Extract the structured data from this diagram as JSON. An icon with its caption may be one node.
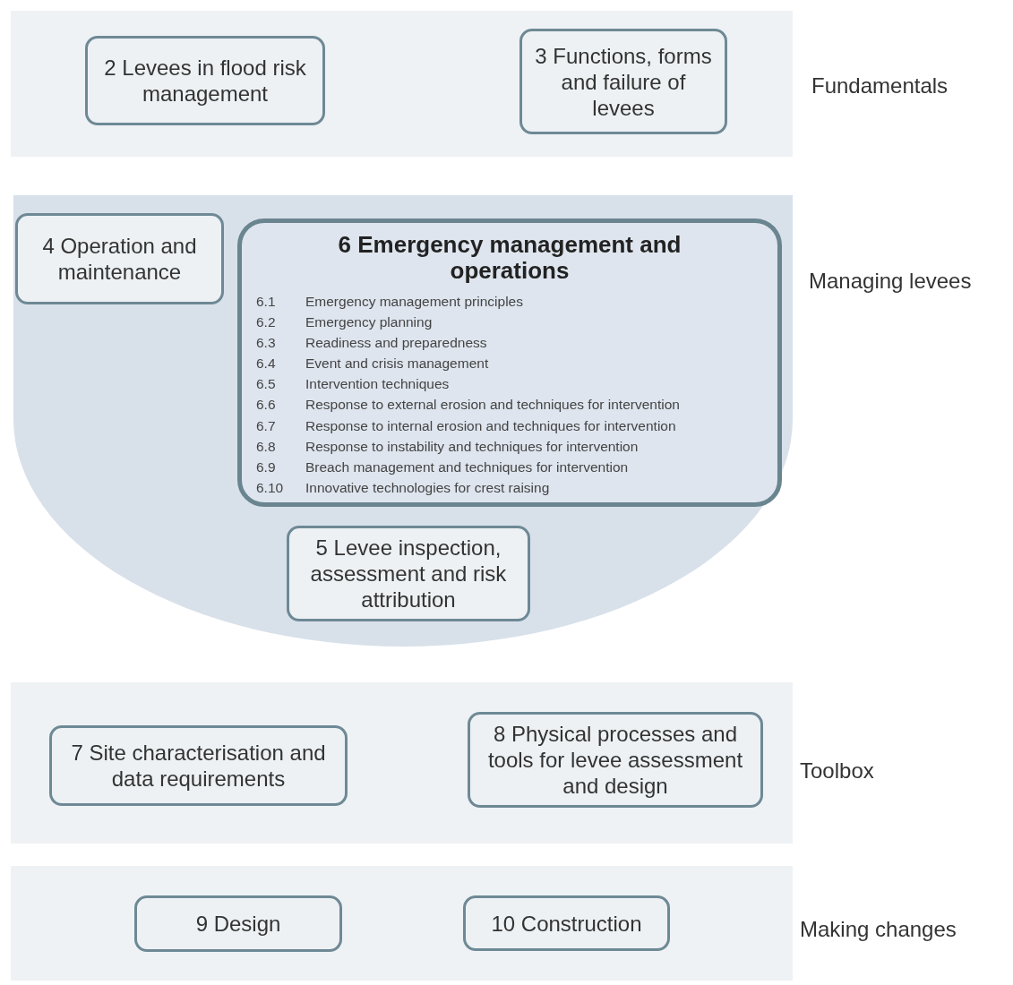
{
  "diagram": {
    "nodes": [
      {
        "text": [
          "Fundamentals"
        ]
      },
      {
        "text": [
          "2 Levees in flood risk management"
        ],
        "in": 0
      },
      {
        "text": [
          "3 Functions, forms and failure of levees"
        ],
        "in": 0
      },
      {
        "text": [
          "Managing levees"
        ]
      },
      {
        "text": [
          "4 Operation and maintenance"
        ],
        "in": 3
      },
      {
        "text": [
          "6 Emergency management and operations",
          "6.1 Emergency management principles",
          "6.2 Emergency planning",
          "6.3 Readiness and preparedness",
          "6.4 Event and crisis management",
          "6.5 Intervention techniques",
          "6.6 Response to external erosion and techniques for intervention",
          "6.7 Response to internal erosion and techniques for intervention",
          "6.8 Response to instability and techniques for intervention",
          "6.9 Breach management and techniques for intervention",
          "6.10 Innovative technologies for crest raising"
        ],
        "in": 3
      },
      {
        "text": [
          "5 Levee inspection, assessment and risk attribution"
        ],
        "in": 3
      },
      {
        "text": [
          "Toolbox"
        ]
      },
      {
        "text": [
          "7 Site characterisation and data requirements"
        ],
        "in": 7
      },
      {
        "text": [
          "8 Physical processes and tools for levee assessment and design"
        ],
        "in": 7
      },
      {
        "text": [
          "Making changes"
        ]
      },
      {
        "text": [
          "9 Design"
        ],
        "in": 10
      },
      {
        "text": [
          "10 Construction"
        ],
        "in": 10
      }
    ],
    "edges": []
  }
}
